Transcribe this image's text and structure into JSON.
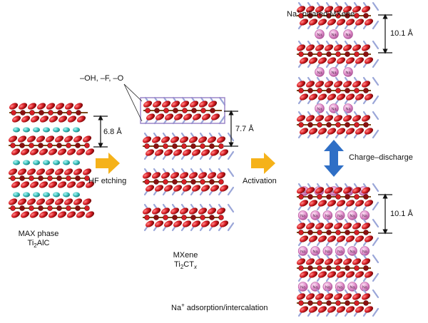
{
  "labels": {
    "max_phase": "MAX phase",
    "ti2alc_main": "Ti",
    "ti2alc_sub": "2",
    "ti2alc_tail": "AlC",
    "mxene": "MXene",
    "ti2ctx_main": "Ti",
    "ti2ctx_sub": "2",
    "ti2ctx_mid": "CT",
    "ti2ctx_x": "x",
    "terminations": "–OH, –F, –O",
    "spacing_max": "6.8 Å",
    "spacing_mxene": "7.7 Å",
    "spacing_pillared": "10.1 Å",
    "spacing_intercalated": "10.1 Å",
    "hf_etching": "HF etching",
    "activation": "Activation",
    "charge_discharge": "Charge–discharge",
    "pillared_prefix": "Na",
    "pillared_sup": "+",
    "pillared_suffix": " pillared MXene",
    "adsorption_prefix": "Na",
    "adsorption_sup": "+",
    "adsorption_suffix": " adsorption/intercalation",
    "ion_label": "Na"
  },
  "colors": {
    "oxygen": "#d81e25",
    "titanium_dark": "#8b1010",
    "carbon": "#7a4a1a",
    "aluminium": "#3cc3c0",
    "termination": "#9aa6d8",
    "sodium": "#e596d0",
    "arrow": "#f5b21a",
    "double_arrow": "#2f6fc6",
    "highlight_box": "#9b86c9"
  }
}
